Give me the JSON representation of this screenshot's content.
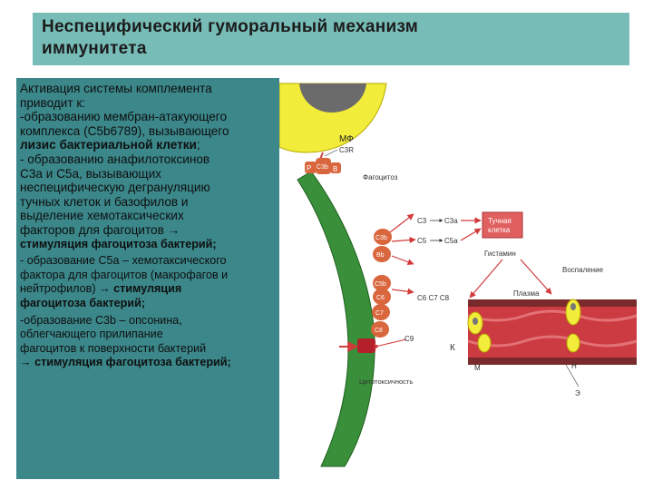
{
  "title": {
    "line1": "Неспецифический гуморальный механизм",
    "line2": "иммунитета"
  },
  "text": {
    "p1_l1": "Активация системы комплемента",
    "p1_l2": "приводит к:",
    "p2_l1": "-образованию мембран-атакующего",
    "p2_l2": "комплекса (C5b6789), вызывающего",
    "p2_bold": "лизис бактериальной клетки",
    "p2_end": ";",
    "p3_l1": "- образованию анафилотоксинов",
    "p3_l2": "С3а и С5а, вызывающих",
    "p3_l3": "неспецифическую дегрануляцию",
    "p3_l4": "тучных клеток и базофилов и",
    "p3_l5": "выделение хемотаксических",
    "p3_l6": "факторов для фагоцитов →",
    "p3_bold": "стимуляция фагоцитоза бактерий;",
    "p4_l1": "- образование C5a – хемотаксического",
    "p4_l2": "фактора для фагоцитов (макрофагов и",
    "p4_l3": "нейтрофилов) →",
    "p4_bold1": "стимуляция",
    "p4_bold2": "фагоцитоза бактерий;",
    "p5_l1": "-образование C3b – опсонина,",
    "p5_l2": "облегчающего прилипание",
    "p5_l3": "фагоцитов к поверхности бактерий",
    "p5_l4_arrow": "→",
    "p5_bold": "стимуляция фагоцитоза бактерий;"
  },
  "diagram": {
    "mf": "МФ",
    "c3r": "C3R",
    "p": "P",
    "c3b": "C3b",
    "b": "B",
    "phago": "Фагоцитоз",
    "c3b_side": "C3b",
    "bb": "Bb",
    "c3": "C3",
    "c3a": "C3a",
    "c5": "C5",
    "c5a": "C5a",
    "mast_l1": "Тучная",
    "mast_l2": "клетка",
    "histamine": "Гистамин",
    "inflammation": "Воспаление",
    "c5b_side": "C5b",
    "c6_side": "C6",
    "c7_side": "C7",
    "c8_side": "C8",
    "chain": "C6   C7   C8",
    "plasma": "Плазма",
    "c9": "C9",
    "k": "К",
    "m": "М",
    "n": "Н",
    "e": "Э",
    "cytotox": "Цитотоксичность",
    "colors": {
      "mf_yellow": "#f2ec3b",
      "cell_green": "#3a8f3a",
      "arrow_red": "#d23a3a",
      "mast_red": "#e06060",
      "vessel_red": "#cc3b41"
    }
  }
}
